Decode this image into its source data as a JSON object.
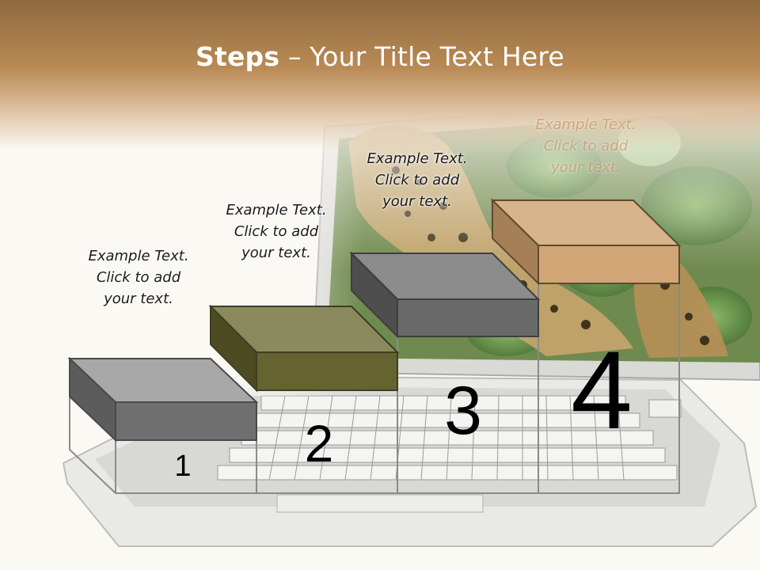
{
  "title": {
    "bold": "Steps",
    "rest": " – Your Title Text Here"
  },
  "steps": [
    {
      "number": "1",
      "lines": [
        "Example Text.",
        "Click  to add",
        "your text."
      ],
      "color": "#6f6f6f"
    },
    {
      "number": "2",
      "lines": [
        "Example Text.",
        "Click  to add",
        "your text."
      ],
      "color": "#65632f"
    },
    {
      "number": "3",
      "lines": [
        "Example Text.",
        "Click  to add",
        "your text."
      ],
      "color": "#6f6f6f"
    },
    {
      "number": "4",
      "lines": [
        "Example Text.",
        "Click  to add",
        "your text."
      ],
      "color": "#d2a577"
    }
  ],
  "background": "laptop-with-leopard-photo"
}
